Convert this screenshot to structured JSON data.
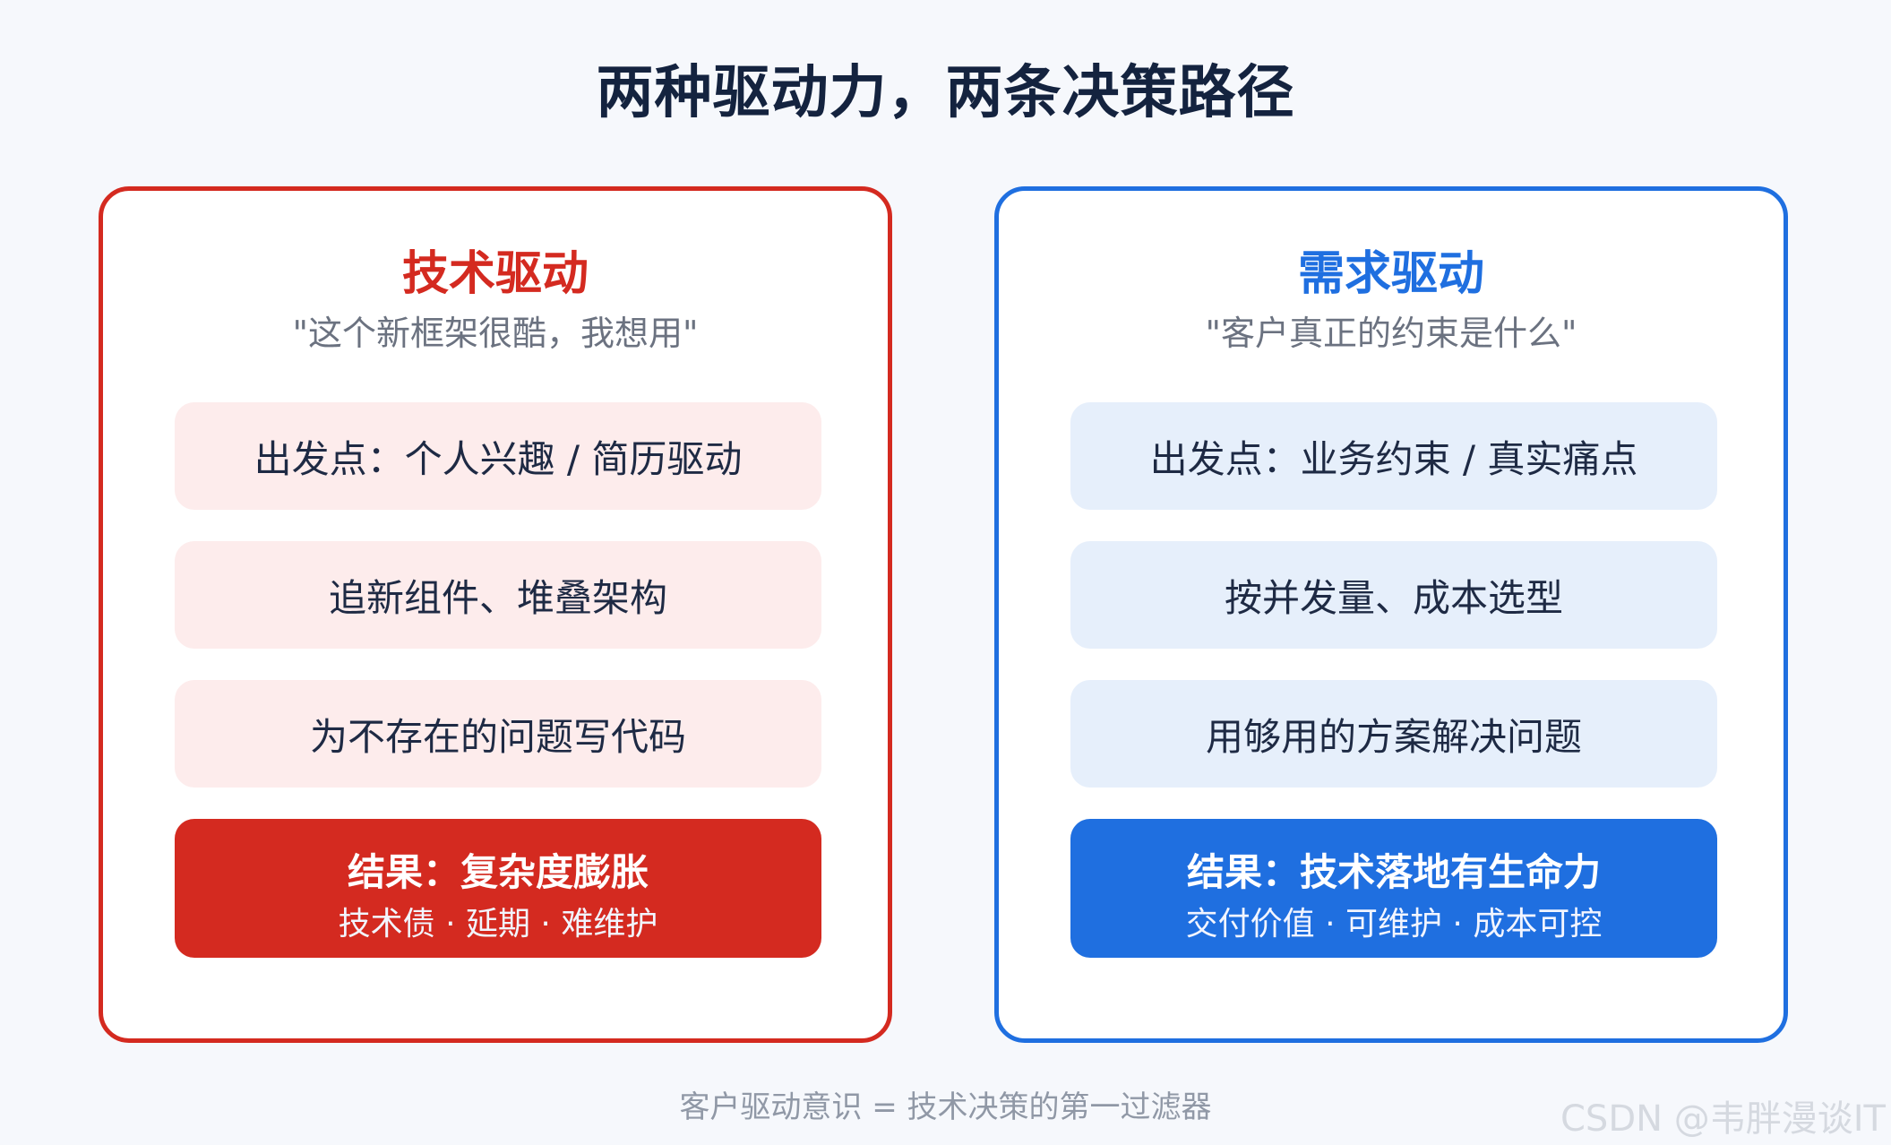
{
  "title": "两种驱动力，两条决策路径",
  "left_panel": {
    "title": "技术驱动",
    "quote": "\"这个新框架很酷，我想用\"",
    "items": [
      "出发点：个人兴趣 / 简历驱动",
      "追新组件、堆叠架构",
      "为不存在的问题写代码"
    ],
    "result_title": "结果：复杂度膨胀",
    "result_sub": "技术债 · 延期 · 难维护",
    "color": "#d42a20"
  },
  "right_panel": {
    "title": "需求驱动",
    "quote": "\"客户真正的约束是什么\"",
    "items": [
      "出发点：业务约束 / 真实痛点",
      "按并发量、成本选型",
      "用够用的方案解决问题"
    ],
    "result_title": "结果：技术落地有生命力",
    "result_sub": "交付价值 · 可维护 · 成本可控",
    "color": "#1f6fe0"
  },
  "footer": "客户驱动意识 = 技术决策的第一过滤器",
  "watermark": "CSDN @韦胖漫谈IT"
}
